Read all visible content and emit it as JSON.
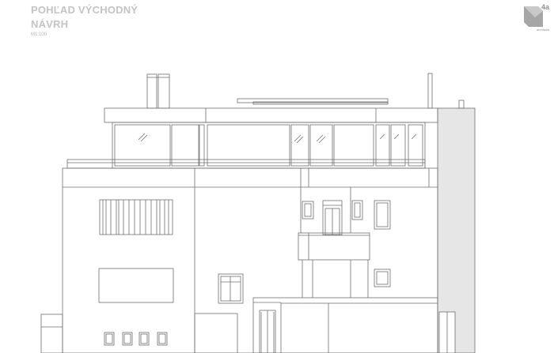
{
  "header": {
    "title_line1": "POHĽAD VÝCHODNÝ",
    "title_line2": "NÁVRH",
    "scale": "M1:100"
  },
  "logo": {
    "number": "4a",
    "text": "architekti",
    "icon": "architect-logo-icon"
  },
  "colors": {
    "line": "#6f6f6f",
    "shade": "#e6e6e6",
    "title": "#c4c4c4",
    "logo": "#8f8f8f"
  }
}
